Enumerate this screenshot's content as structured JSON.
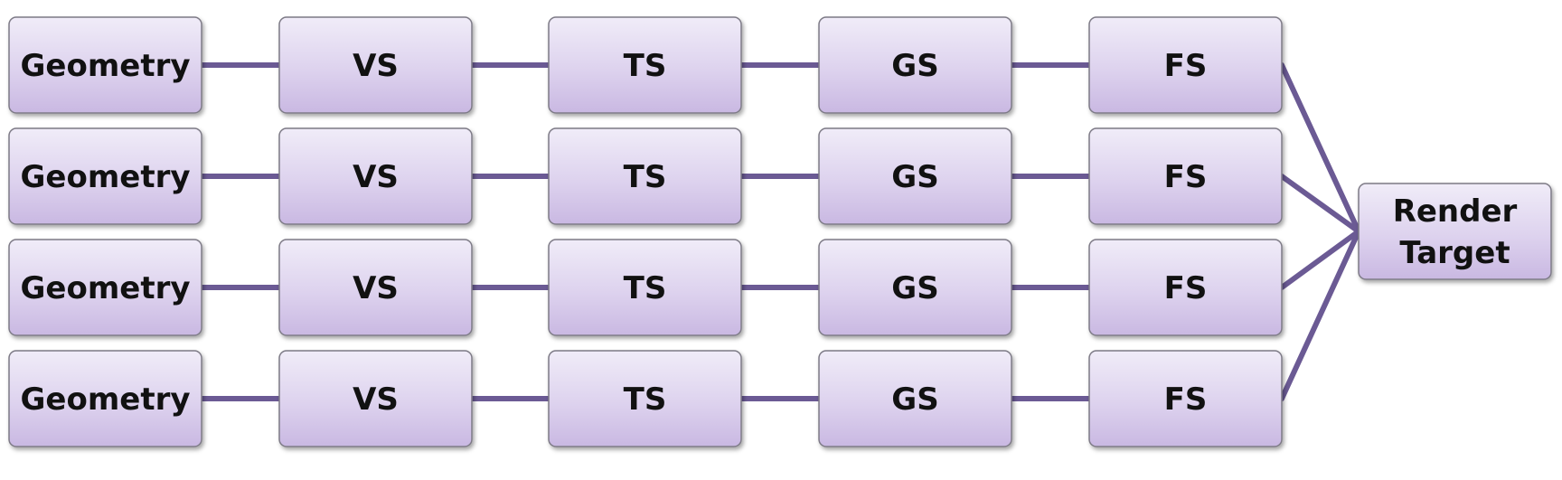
{
  "diagram": {
    "rows": [
      {
        "stages": [
          "Geometry",
          "VS",
          "TS",
          "GS",
          "FS"
        ]
      },
      {
        "stages": [
          "Geometry",
          "VS",
          "TS",
          "GS",
          "FS"
        ]
      },
      {
        "stages": [
          "Geometry",
          "VS",
          "TS",
          "GS",
          "FS"
        ]
      },
      {
        "stages": [
          "Geometry",
          "VS",
          "TS",
          "GS",
          "FS"
        ]
      }
    ],
    "target": {
      "lines": [
        "Render",
        "Target"
      ]
    },
    "colors": {
      "box_top": "#f0ecf8",
      "box_bottom": "#c9b8e2",
      "box_border": "#7d7a86",
      "connector": "#6b5a94",
      "text": "#111111"
    }
  }
}
